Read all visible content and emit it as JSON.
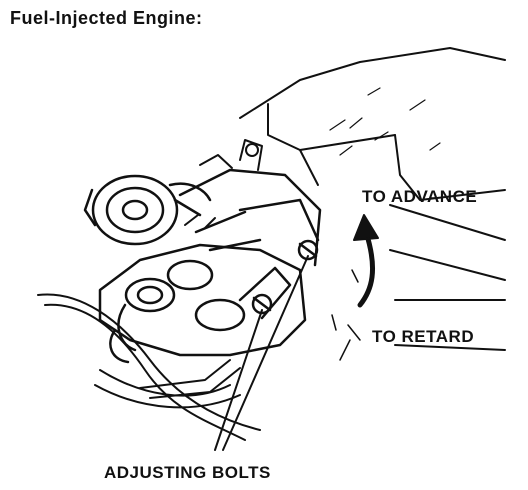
{
  "figure": {
    "title": "Fuel-Injected Engine:",
    "labels": {
      "advance": "TO ADVANCE",
      "retard": "TO RETARD",
      "bolts": "ADJUSTING BOLTS"
    },
    "colors": {
      "ink": "#111111",
      "background": "#ffffff"
    }
  }
}
